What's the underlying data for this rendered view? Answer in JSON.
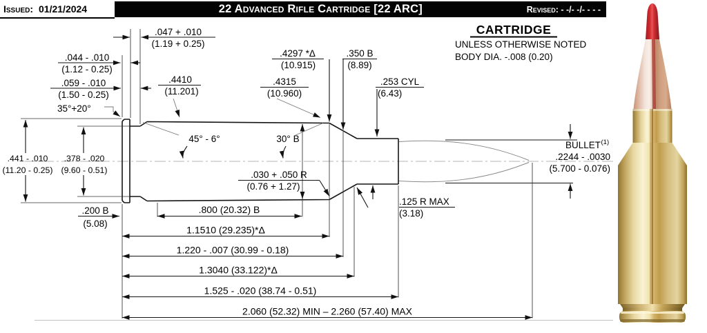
{
  "header": {
    "issued_label": "Issued:",
    "issued_date": "01/21/2024",
    "title": "22 Advanced Rifle Cartridge [22 ARC]",
    "revised_label": "Revised:",
    "revised_value": "- -/- -/- - - -"
  },
  "notes": {
    "heading": "CARTRIDGE",
    "line1": "UNLESS OTHERWISE NOTED",
    "line2": "BODY DIA. -.008 (0.20)"
  },
  "dims": {
    "d047_in": ".047 + .010",
    "d047_mm": "(1.19 + 0.25)",
    "d044_in": ".044 - .010",
    "d044_mm": "(1.12 - 0.25)",
    "d059_in": ".059 - .010",
    "d059_mm": "(1.50 - 0.25)",
    "head_bevel": "35°+20°",
    "base_angle": "45° - 6°",
    "shoulder_angle": "30° B",
    "rim_dia_in": ".441 - .010",
    "rim_dia_mm": "(11.20 - 0.25)",
    "groove_dia_in": ".378 - .020",
    "groove_dia_mm": "(9.60 - 0.51)",
    "base_dia_in": ".4410",
    "base_dia_mm": "(11.201)",
    "shoulder_dia_in": ".4297 *Δ",
    "shoulder_dia_mm": "(10.915)",
    "body_dia_in": ".4315",
    "body_dia_mm": "(10.960)",
    "datum_dia_in": ".350 B",
    "datum_dia_mm": "(8.89)",
    "neck_dia_in": ".253 CYL",
    "neck_dia_mm": "(6.43)",
    "mouth_radius_in": ".030 + .050 R",
    "mouth_radius_mm": "(0.76 + 1.27)",
    "neck_radius_in": ".125 R MAX",
    "neck_radius_mm": "(3.18)",
    "groove_len_in": ".200 B",
    "groove_len_mm": "(5.08)",
    "len_body": ".800 (20.32) B",
    "len_shoulder": "1.1510 (29.235)*Δ",
    "len_datum": "1.220 - .007 (30.99 - 0.18)",
    "len_neck_start": "1.3040 (33.122)*Δ",
    "len_case": "1.525 - .020 (38.74 - 0.51)",
    "len_overall": "2.060 (52.32) MIN – 2.260 (57.40) MAX"
  },
  "bullet_callout": {
    "name": "BULLET",
    "footnote": "(1)",
    "dia_in": ".2244 - .0030",
    "dia_mm": "(5.700 - 0.076)"
  },
  "colors": {
    "line": "#111111",
    "brass": "#e7d79f",
    "copper": "#d8ab8c",
    "tip_red": "#cf2a2e"
  }
}
